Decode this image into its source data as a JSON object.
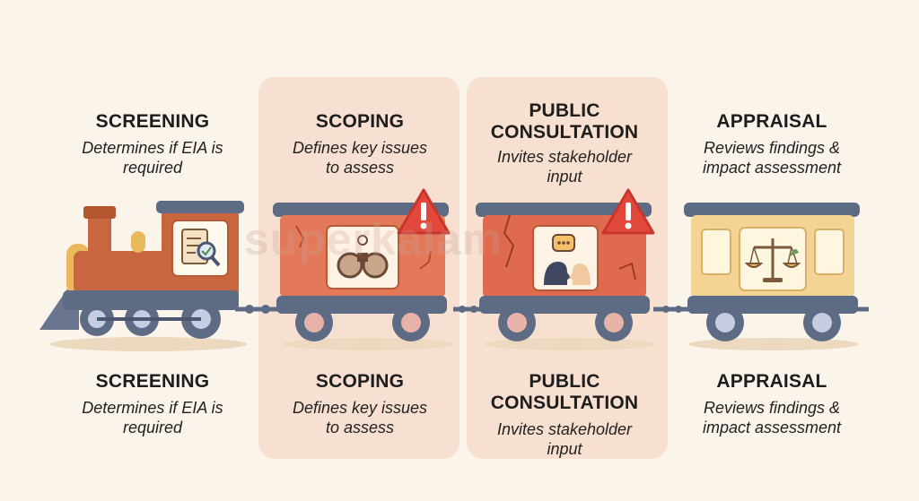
{
  "stages": [
    {
      "title": "SCREENING",
      "description": "Determines if EIA is required"
    },
    {
      "title": "SCOPING",
      "description": "Defines key issues to assess"
    },
    {
      "title": "PUBLIC CONSULTATION",
      "description": "Invites stakeholder input"
    },
    {
      "title": "APPRAISAL",
      "description": "Reviews findings & impact assessment"
    }
  ],
  "watermark": "superkalam",
  "icons": [
    "checklist-magnifier-icon",
    "binoculars-icon",
    "speech-bubbles-icon",
    "scales-icon",
    "warning-icon"
  ],
  "colors": {
    "engine": "#c8663f",
    "car_dark": "#e4795a",
    "car_appraisal": "#f3d494",
    "roof": "#5e6b85",
    "warning": "#e2473c"
  }
}
